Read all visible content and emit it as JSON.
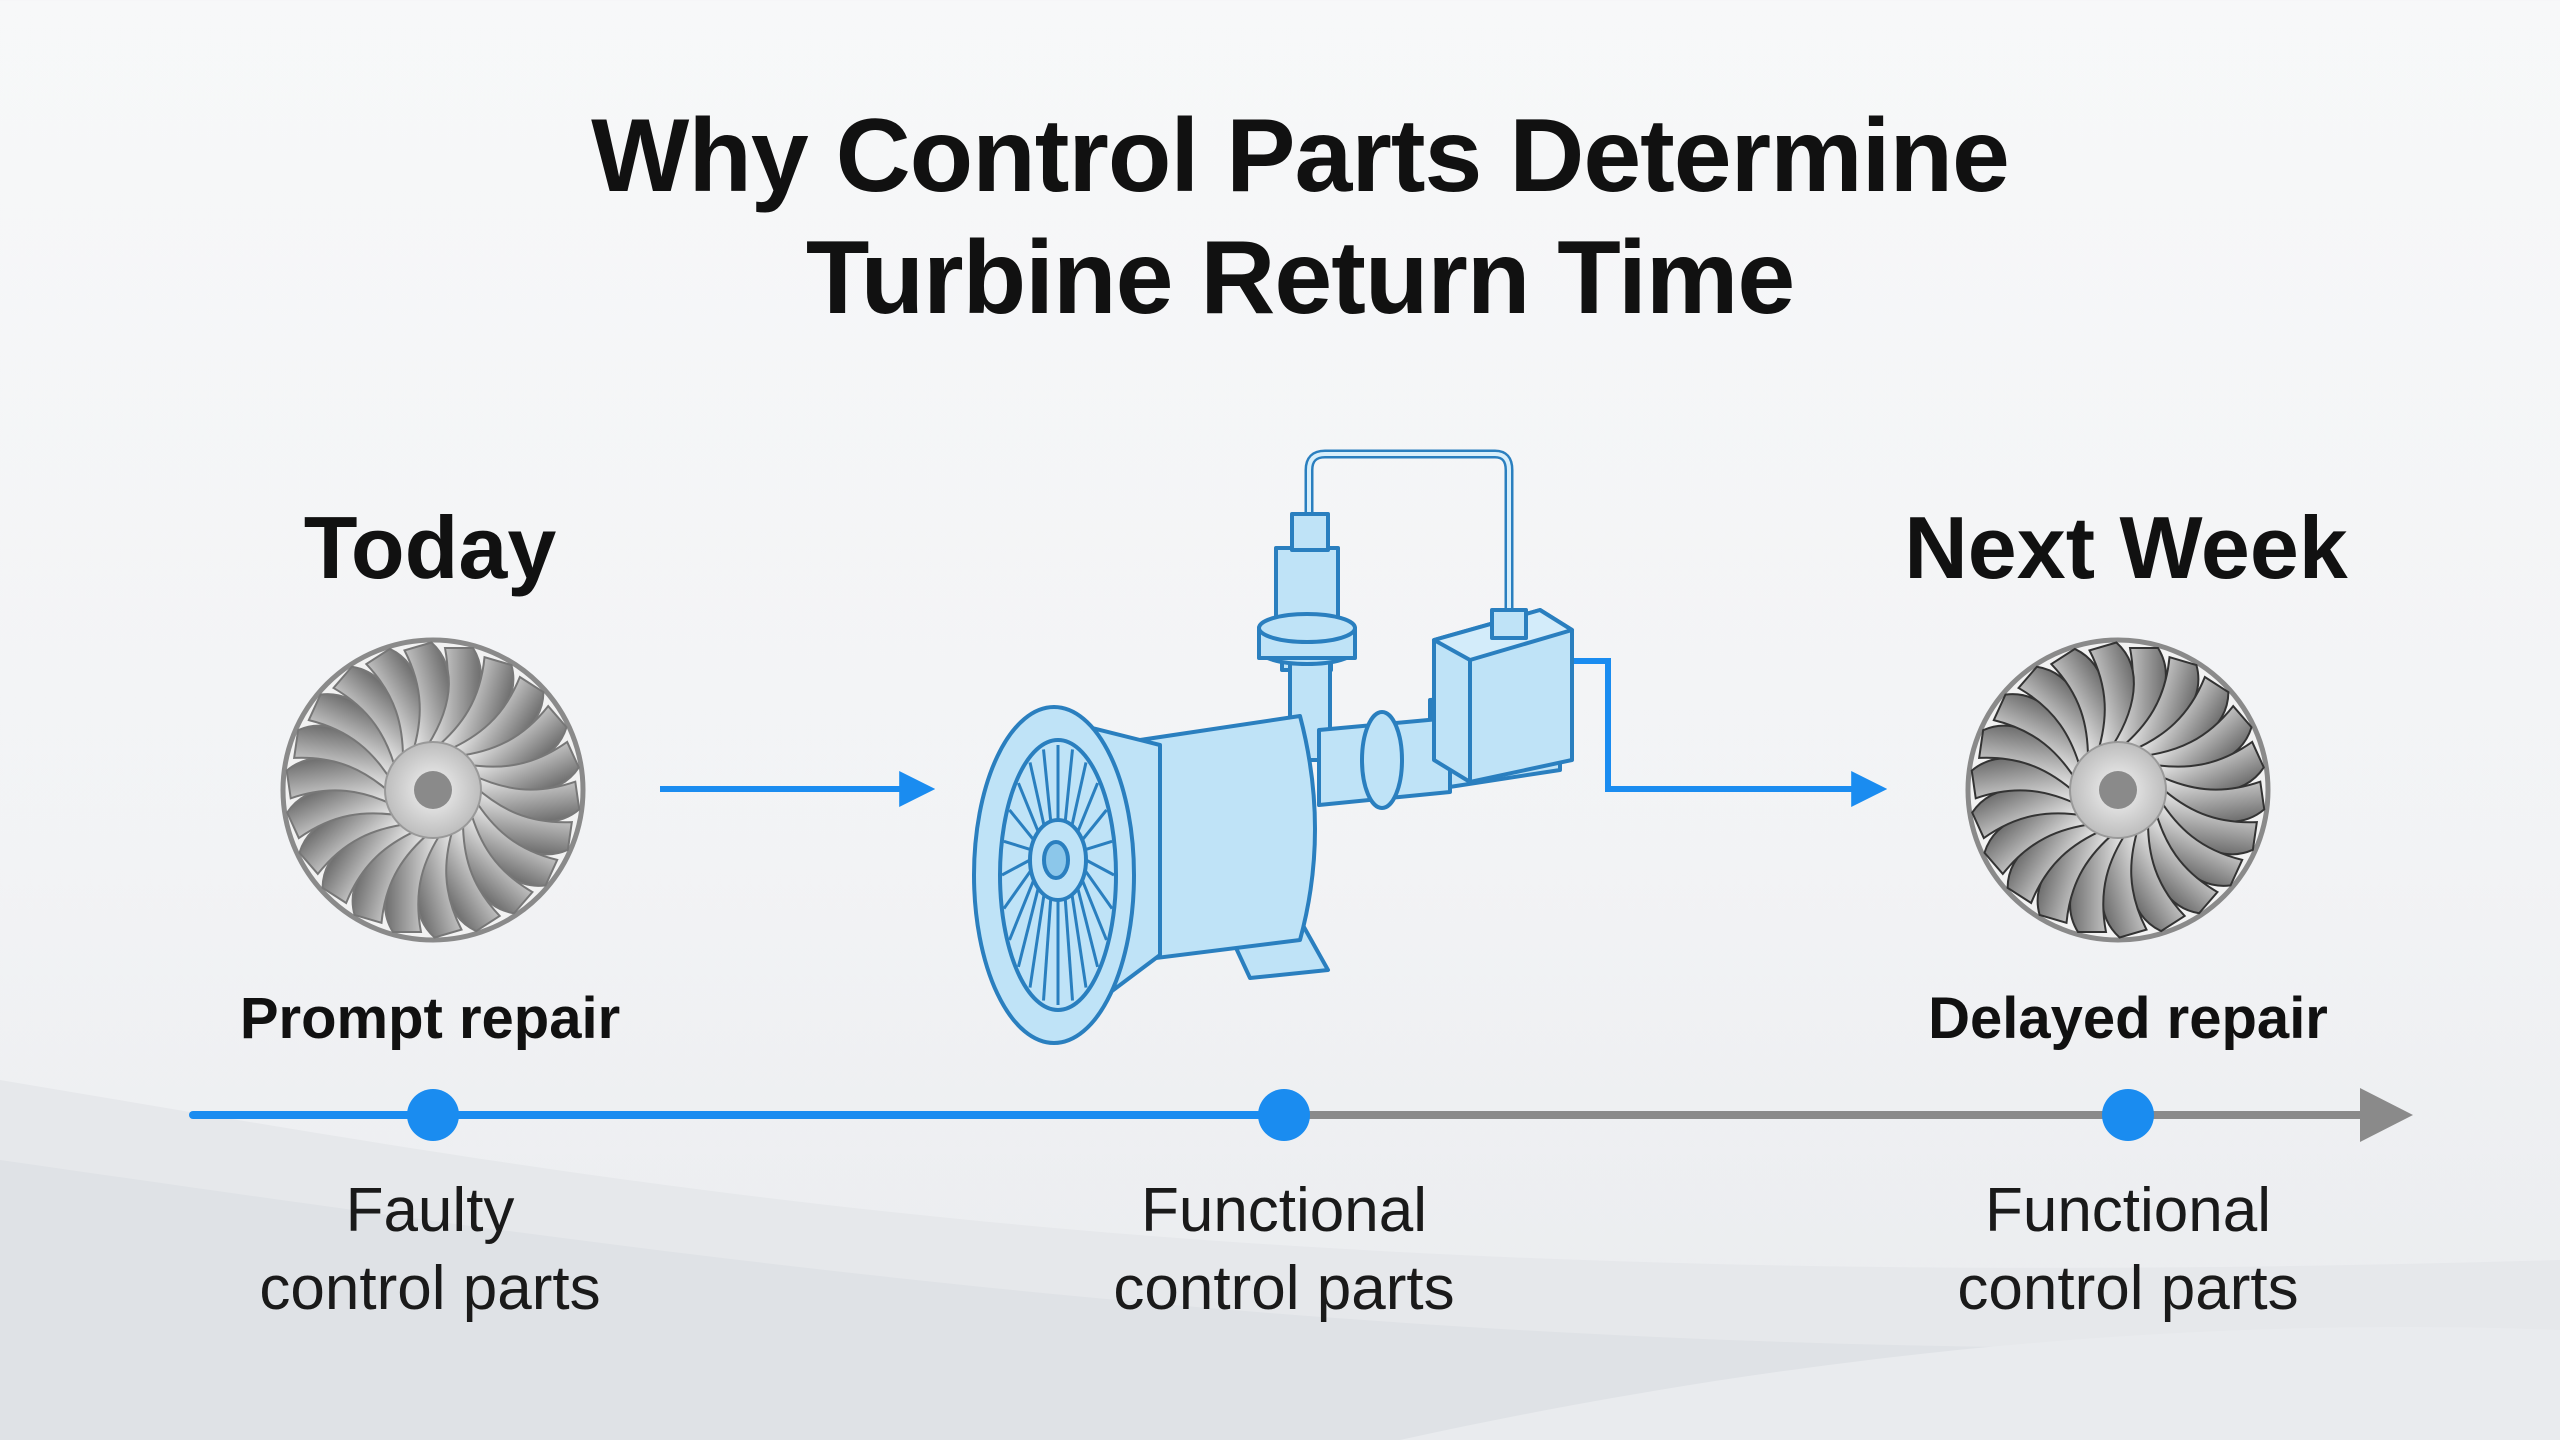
{
  "title": {
    "line1": "Why Control Parts Determine",
    "line2": "Turbine Return Time"
  },
  "left": {
    "heading": "Today",
    "caption": "Prompt repair",
    "icon": "turbine-fan-icon"
  },
  "right": {
    "heading": "Next Week",
    "caption": "Delayed repair",
    "icon": "turbine-fan-icon"
  },
  "center": {
    "icon": "turbine-with-control-unit-icon"
  },
  "timeline": {
    "points": [
      {
        "line1": "Faulty",
        "line2": "control parts"
      },
      {
        "line1": "Functional",
        "line2": "control parts"
      },
      {
        "line1": "Functional",
        "line2": "control parts"
      }
    ]
  },
  "colors": {
    "accent": "#1a8cf0",
    "gray_line": "#8a8a8a",
    "illustration_fill": "#bfe3f7",
    "illustration_stroke": "#2a7fbf"
  }
}
